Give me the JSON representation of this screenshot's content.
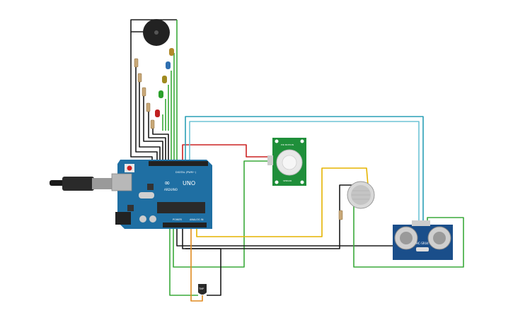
{
  "circuit": {
    "arduino": {
      "model_label": "UNO",
      "brand_label": "ARDUINO",
      "digital_label": "DIGITAL (PWM~)",
      "power_label": "POWER",
      "analog_label": "ANALOG IN"
    },
    "pir_sensor": {
      "label_top": "PIR MOTION",
      "label_bottom": "SENSOR"
    },
    "ultrasonic": {
      "model_label": "HC-SR04"
    },
    "temp_sensor": {
      "label": "TMP"
    },
    "leds": [
      {
        "color": "#b08a2a"
      },
      {
        "color": "#2f6fb0"
      },
      {
        "color": "#a08a20"
      },
      {
        "color": "#2aa02a"
      },
      {
        "color": "#c02020"
      }
    ],
    "wire_colors": {
      "black": "#1a1a1a",
      "green": "#3aaa3a",
      "red": "#cc2222",
      "yellow": "#e5b400",
      "orange": "#e08a20",
      "teal": "#2a9fb5",
      "lightblue": "#6ec3d6"
    }
  }
}
